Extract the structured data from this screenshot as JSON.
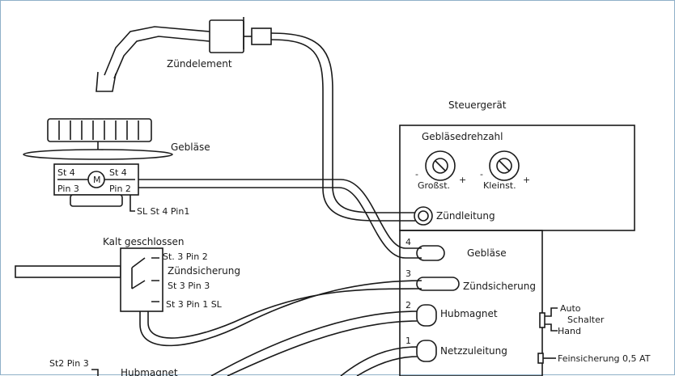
{
  "labels": {
    "zuendelement": "Zündelement",
    "steuergeraet": "Steuergerät",
    "geblaese_top": "Gebläse",
    "geblaesedrehzahl": "Gebläsedrehzahl",
    "grossst": "Großst.",
    "kleinst": "Kleinst.",
    "zuendleitung": "Zündleitung",
    "motor_st4_left": "St 4",
    "motor_m": "M",
    "motor_st4_right": "St 4",
    "motor_pin3": "Pin 3",
    "motor_pin2": "Pin 2",
    "sl_st4_pin1": "SL  St 4 Pin1",
    "kalt_geschlossen": "Kalt  geschlossen",
    "st3_pin2": "St. 3  Pin 2",
    "zuendsicherung_left": "Zündsicherung",
    "st3_pin3": "St 3  Pin  3",
    "st3_pin1_sl": "St 3  Pin 1  SL",
    "term4": "4",
    "term3": "3",
    "term2": "2",
    "term1": "1",
    "geblaese_right": "Gebläse",
    "zuendsicherung_right": "Zündsicherung",
    "hubmagnet_right": "Hubmagnet",
    "netzzuleitung": "Netzzuleitung",
    "auto": "Auto",
    "schalter": "Schalter",
    "hand": "Hand",
    "feinsicherung": "Feinsicherung  0,5 AT",
    "st2_pin3": "St2  Pin 3",
    "hubmagnet_bottom": "Hubmagnet",
    "knob_minus_1": "-",
    "knob_plus_1": "+",
    "knob_minus_2": "-",
    "knob_plus_2": "+"
  }
}
